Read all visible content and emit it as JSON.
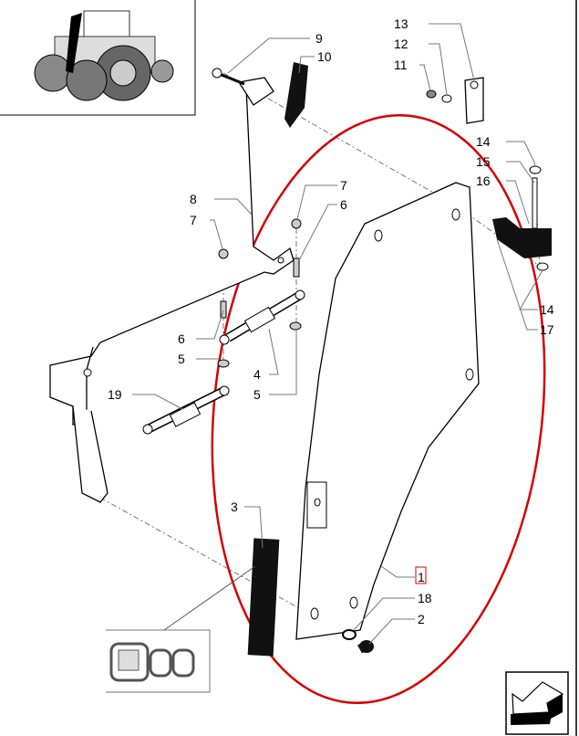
{
  "diagram": {
    "callouts": {
      "c1": "1",
      "c2": "2",
      "c3": "3",
      "c4": "4",
      "c5a": "5",
      "c5b": "5",
      "c6a": "6",
      "c6b": "6",
      "c7a": "7",
      "c7b": "7",
      "c8": "8",
      "c9": "9",
      "c10": "10",
      "c11": "11",
      "c12": "12",
      "c13": "13",
      "c14a": "14",
      "c14b": "14",
      "c15": "15",
      "c16": "16",
      "c17": "17",
      "c18": "18",
      "c19": "19"
    },
    "highlighted_callout": "1",
    "highlight_color": "#d40000",
    "icons": [
      "tractor-thumbnail-icon",
      "seal-profile-icon",
      "next-page-arrow-icon"
    ]
  }
}
